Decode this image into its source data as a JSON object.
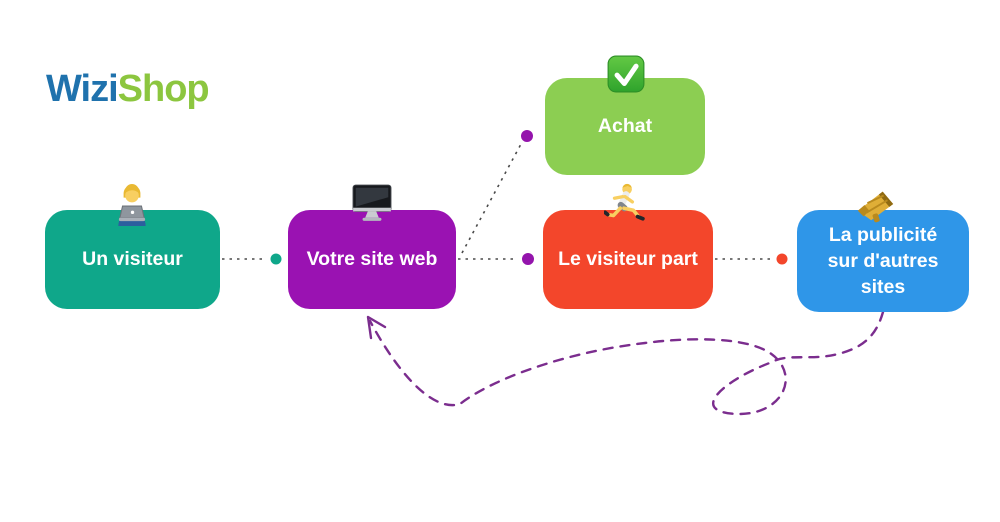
{
  "logo": {
    "wizi": "Wizi",
    "shop": "Shop"
  },
  "colors": {
    "logo_blue": "#1F72AD",
    "logo_green": "#8CC63F",
    "visitor_teal": "#0FA78A",
    "website_purple": "#9A12B2",
    "purchase_green": "#8CCE52",
    "leave_red": "#F3462B",
    "ads_blue": "#2F96E8",
    "dotted_line_gray": "#4A4A4A",
    "return_arrow_purple": "#7B2D8E",
    "dot_purple": "#9414AC"
  },
  "nodes": {
    "visitor": {
      "label": "Un visiteur",
      "color": "#0FA78A",
      "icon": "person-laptop-icon"
    },
    "website": {
      "label": "Votre site web",
      "color": "#9A12B2",
      "icon": "computer-icon"
    },
    "purchase": {
      "label": "Achat",
      "color": "#8CCE52",
      "icon": "check-mark-icon"
    },
    "leave": {
      "label": "Le visiteur part",
      "color": "#F3462B",
      "icon": "runner-icon"
    },
    "ads": {
      "label": "La publicité sur d'autres sites",
      "color": "#2F96E8",
      "icon": "megaphone-icon"
    }
  },
  "flow": [
    {
      "from": "visitor",
      "to": "website",
      "style": "dotted",
      "dot_color": "#0FA78A"
    },
    {
      "from": "website",
      "to": "purchase",
      "style": "dotted",
      "dot_color": "#9414AC"
    },
    {
      "from": "website",
      "to": "leave",
      "style": "dotted",
      "dot_color": "#9414AC"
    },
    {
      "from": "leave",
      "to": "ads",
      "style": "dotted",
      "dot_color": "#F3462B"
    },
    {
      "from": "ads",
      "to": "website",
      "style": "dashed-loop-arrow",
      "color": "#7B2D8E"
    }
  ]
}
